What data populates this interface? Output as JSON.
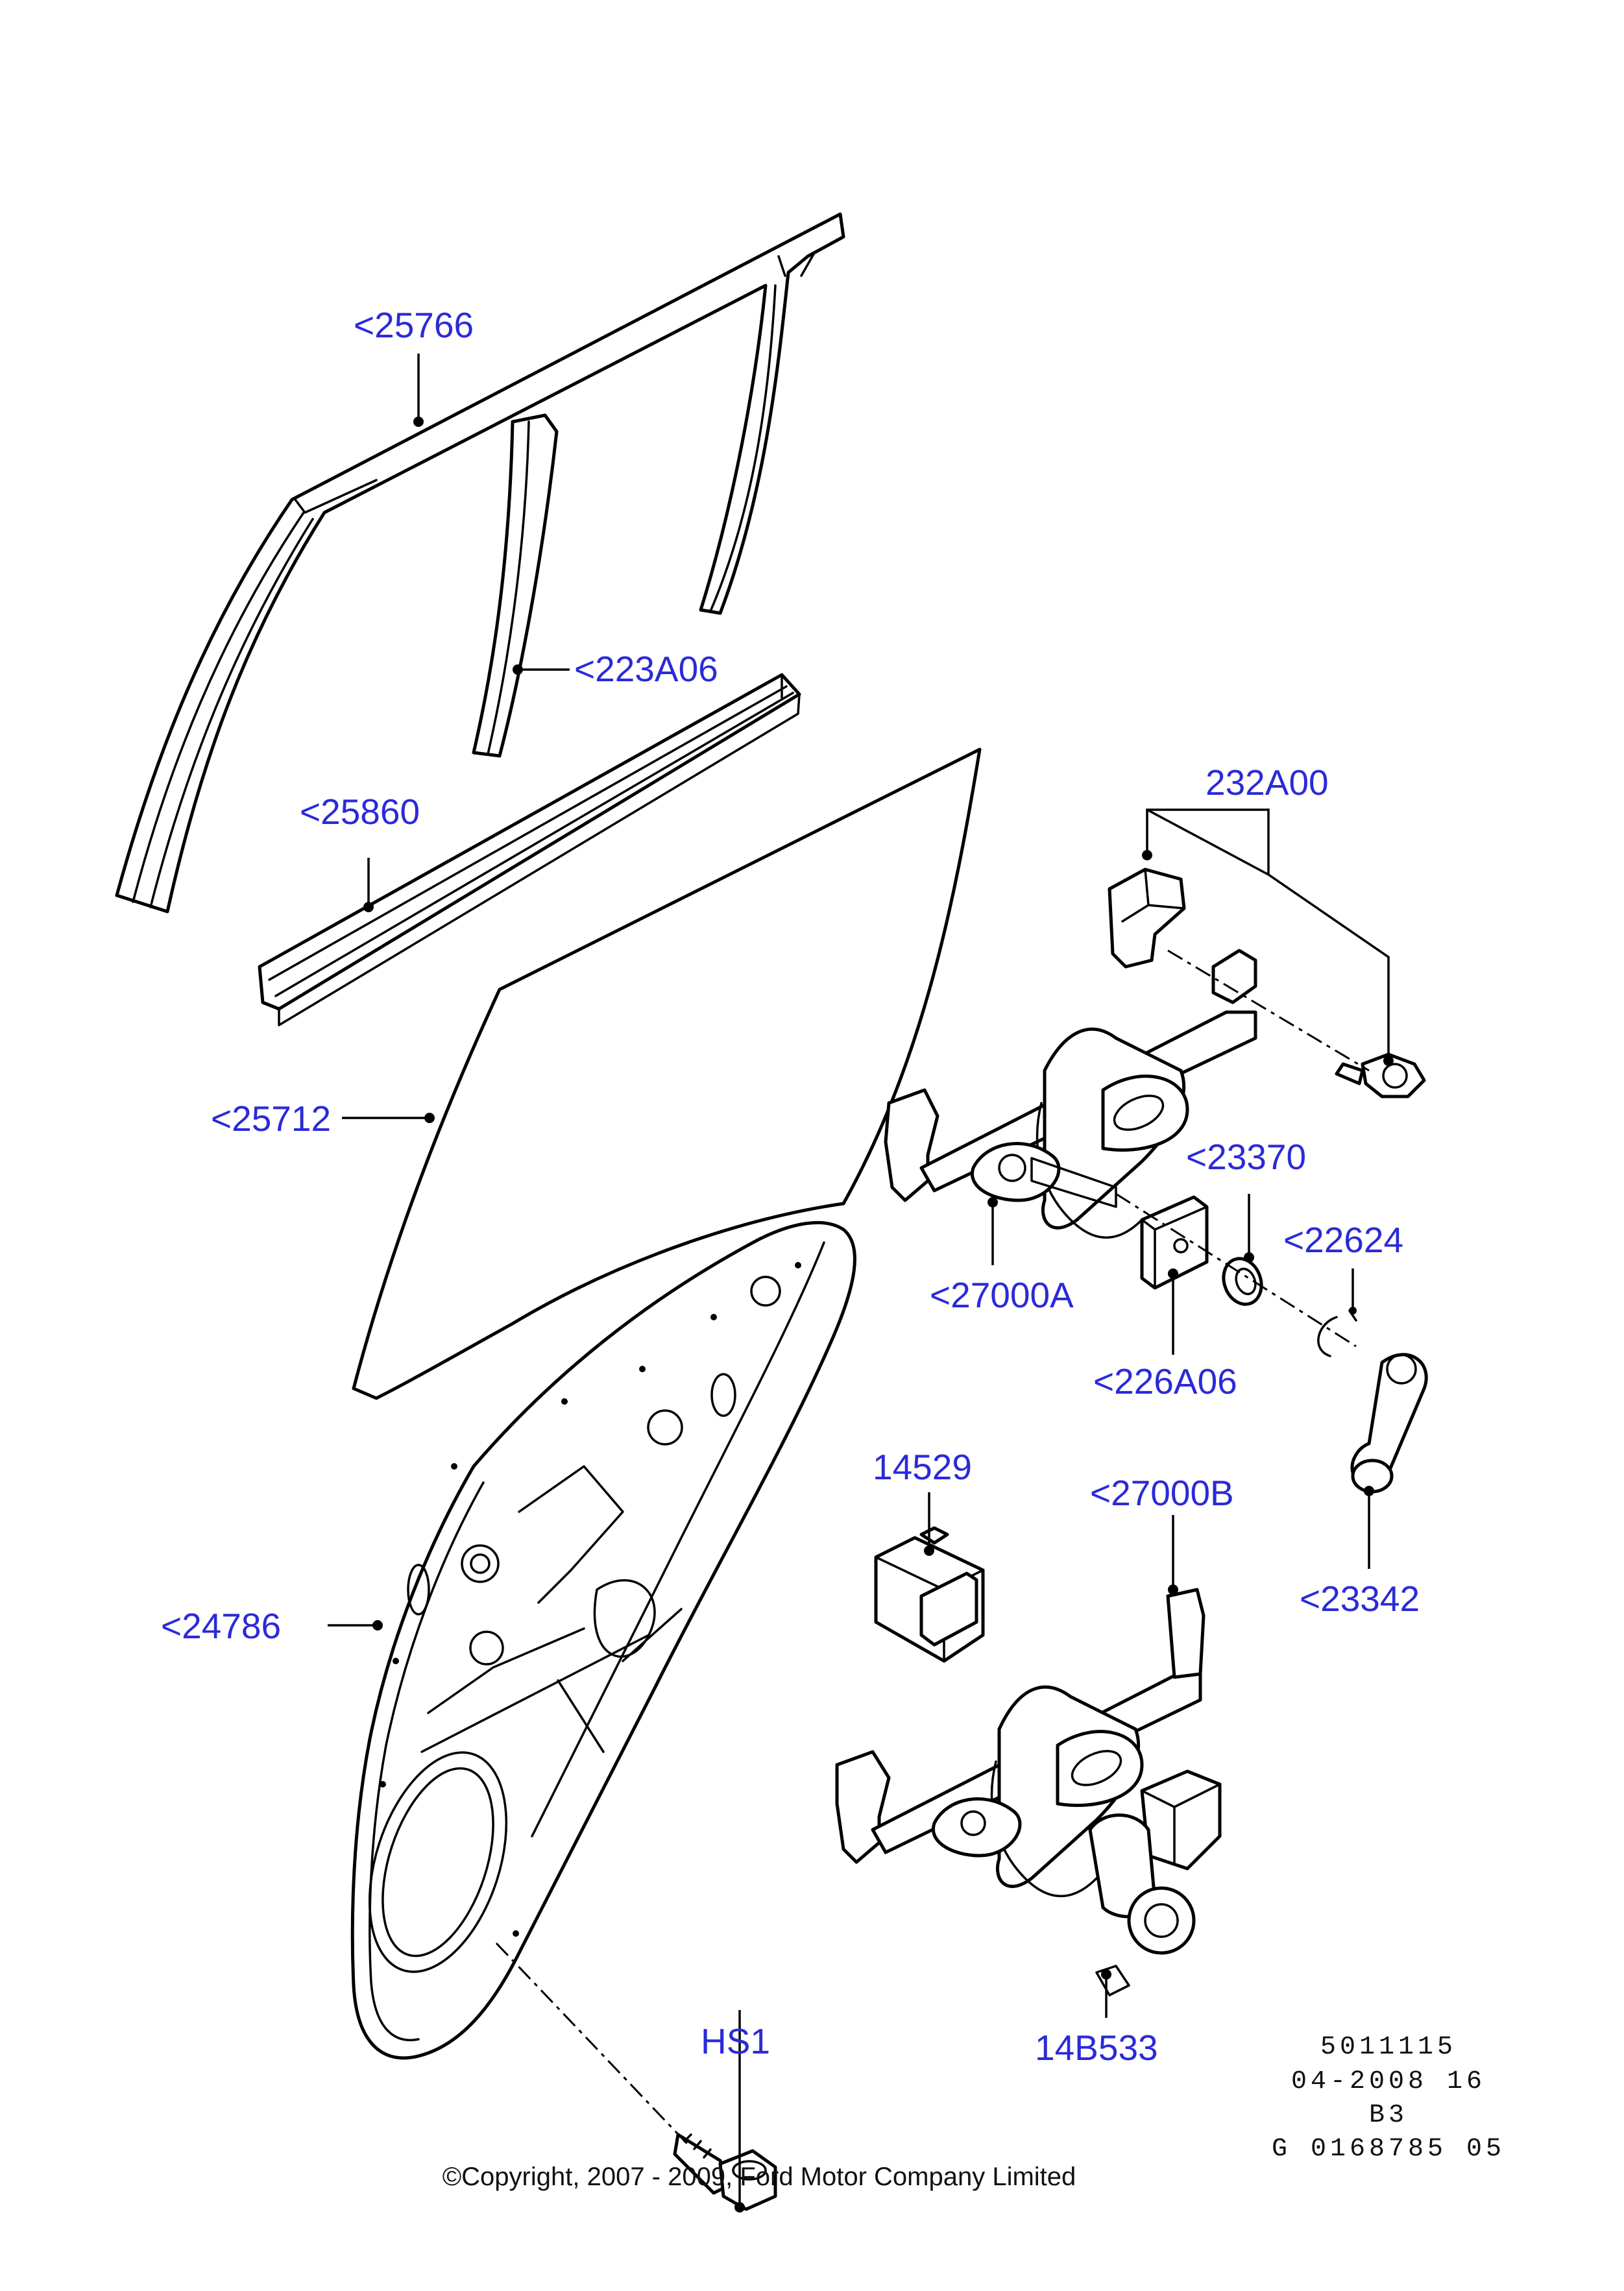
{
  "callouts": {
    "c25766": "<25766",
    "c223A06": "<223A06",
    "c25860": "<25860",
    "c232A00": "232A00",
    "c25712": "<25712",
    "c23370": "<23370",
    "c22624": "<22624",
    "c27000A": "<27000A",
    "c226A06": "<226A06",
    "c14529": "14529",
    "c27000B": "<27000B",
    "c24786": "<24786",
    "c23342": "<23342",
    "cHS1": "HS1",
    "c14B533": "14B533"
  },
  "meta": {
    "line1": "5011115",
    "line2": "04-2008 16",
    "line3": "B3",
    "line4": "G 0168785 05"
  },
  "copyright": "©Copyright, 2007 - 2009, Ford Motor Company Limited",
  "colors": {
    "callout": "#2a2ad8",
    "linework": "#000000",
    "background": "#ffffff"
  }
}
